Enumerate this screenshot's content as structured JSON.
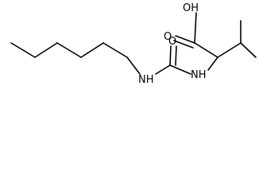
{
  "structure": {
    "atom_labels": {
      "hydroxyl": "OH",
      "carboxyl_oxygen": "O",
      "urea_oxygen": "O",
      "amide_nh_alpha": "NH",
      "amide_nh_hexyl": "NH"
    },
    "colors": {
      "bond": "#000000",
      "label": "#000000",
      "background": "#ffffff"
    }
  }
}
